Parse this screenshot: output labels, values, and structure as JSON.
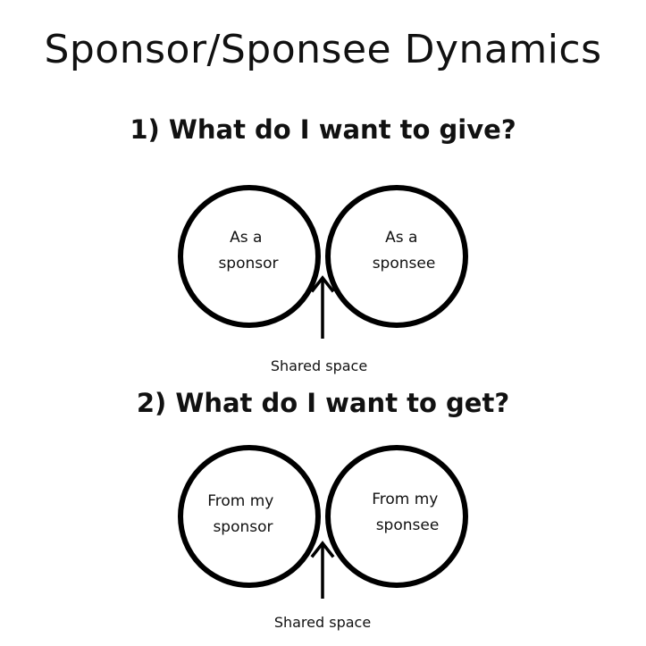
{
  "title": "Sponsor/Sponsee Dynamics",
  "sections": [
    {
      "question": "1) What do I want to give?",
      "left_label": [
        "As a",
        "sponsor"
      ],
      "right_label": [
        "As a",
        "sponsee"
      ],
      "shared_label": "Shared space"
    },
    {
      "question": "2) What do I want to get?",
      "left_label": [
        "From my",
        "sponsor"
      ],
      "right_label": [
        "From my",
        "sponsee"
      ],
      "shared_label": "Shared space"
    }
  ]
}
